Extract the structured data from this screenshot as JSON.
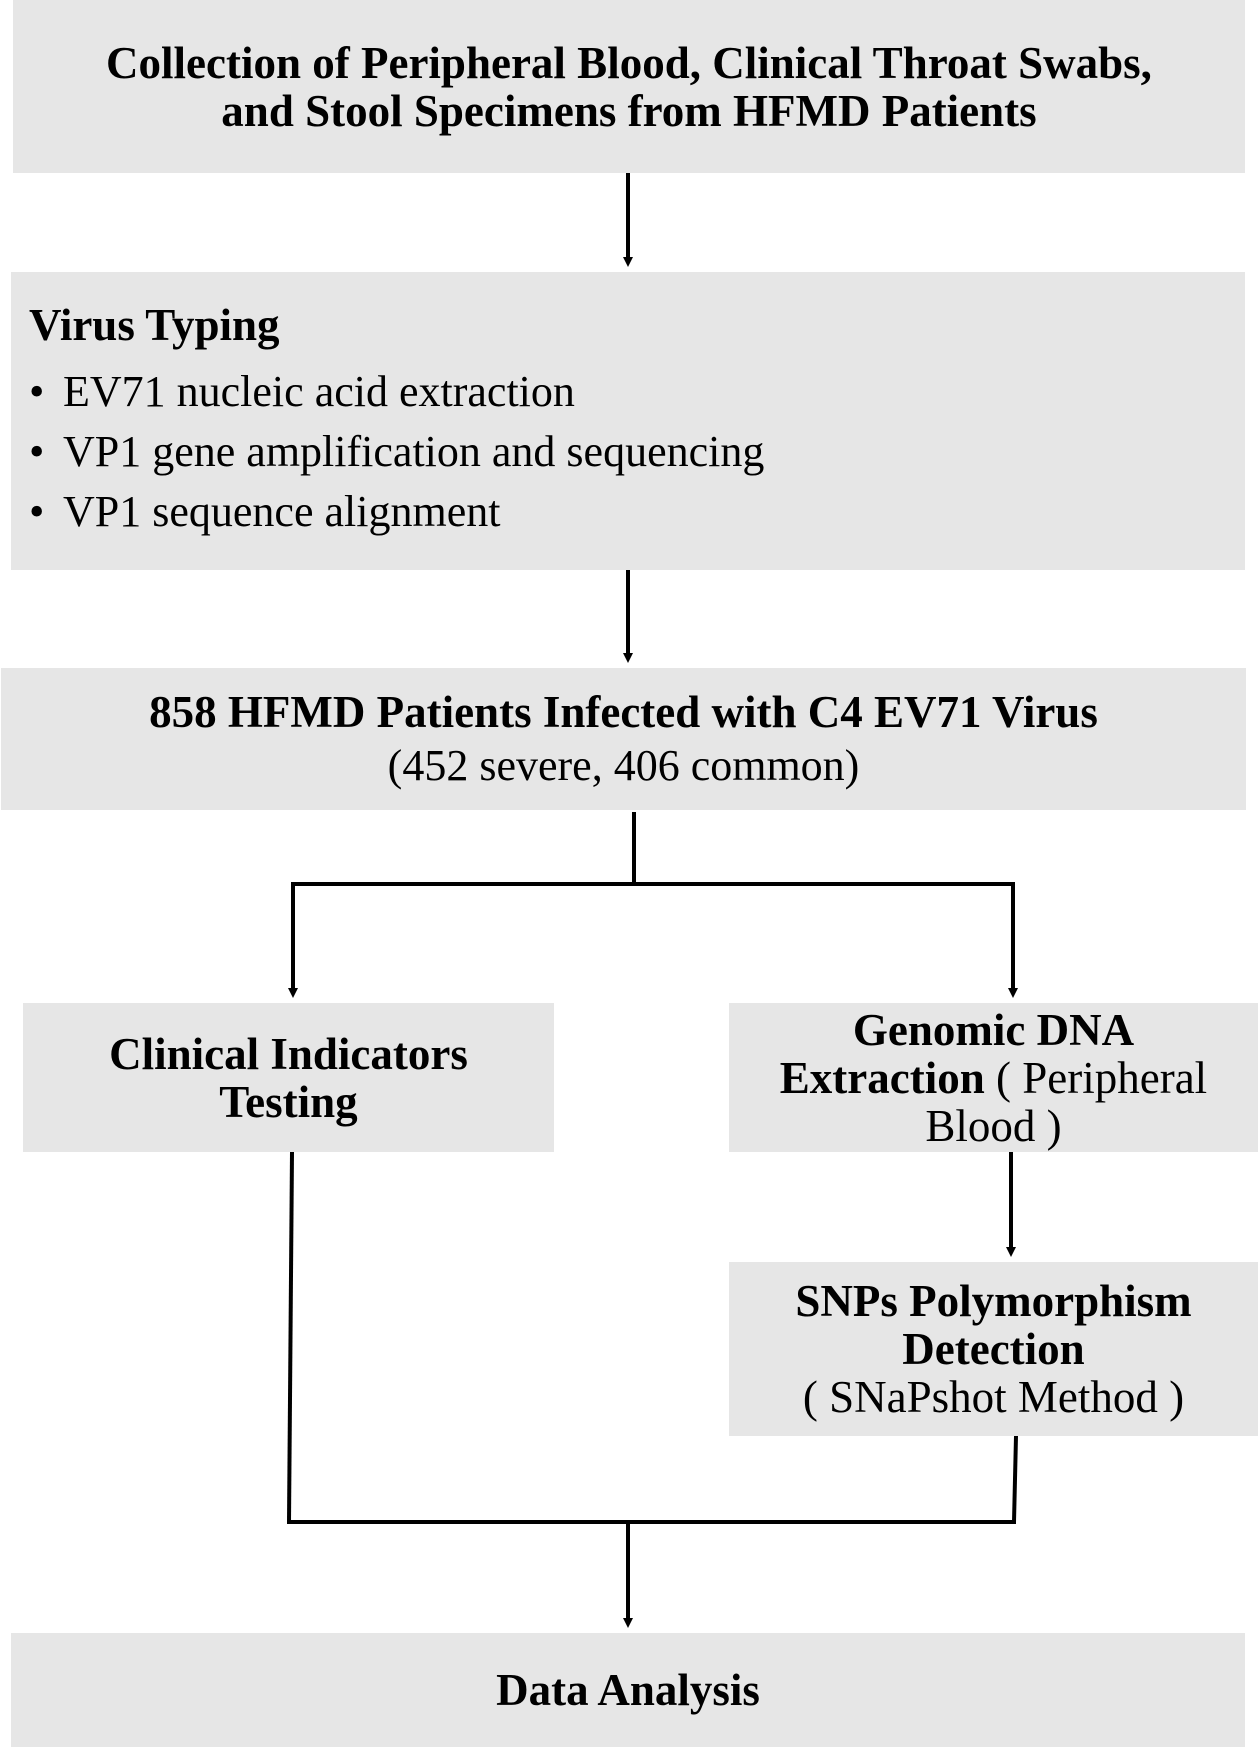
{
  "collection": {
    "line1": "Collection of Peripheral Blood, Clinical Throat Swabs,",
    "line2": "and Stool Specimens from HFMD Patients"
  },
  "virus_typing": {
    "title": "Virus Typing",
    "bullet": "•",
    "items": [
      "EV71 nucleic acid extraction",
      "VP1 gene amplification and sequencing",
      "VP1 sequence alignment"
    ]
  },
  "patients": {
    "title": "858 HFMD Patients Infected with C4 EV71 Virus",
    "subtitle": "(452 severe, 406 common)"
  },
  "clinical": {
    "line1": "Clinical Indicators",
    "line2": "Testing"
  },
  "genomic": {
    "line1": "Genomic DNA",
    "line2_bold": "Extraction",
    "line2_normal": " ( Peripheral",
    "line3": "Blood )"
  },
  "snps": {
    "line1": "SNPs Polymorphism",
    "line2": "Detection",
    "line3": "( SNaPshot Method )"
  },
  "analysis": {
    "title": "Data Analysis"
  }
}
